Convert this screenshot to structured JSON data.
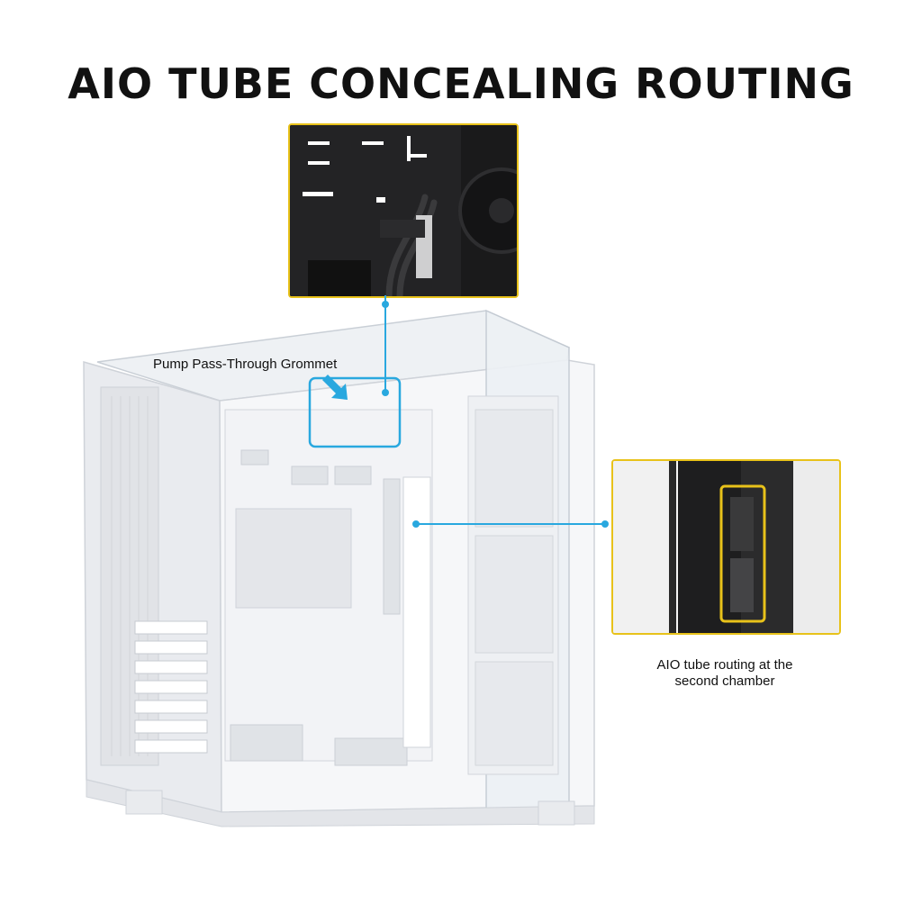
{
  "title": "AIO TUBE CONCEALING ROUTING",
  "callouts": {
    "pump": "Pump Pass-Through Grommet",
    "aio_line1": "AIO tube routing at the",
    "aio_line2": "second chamber"
  },
  "colors": {
    "accent": "#e8c21a",
    "callout_line": "#29a8df",
    "case_white": "#f4f5f7"
  },
  "icons": [
    "arrow-icon"
  ]
}
